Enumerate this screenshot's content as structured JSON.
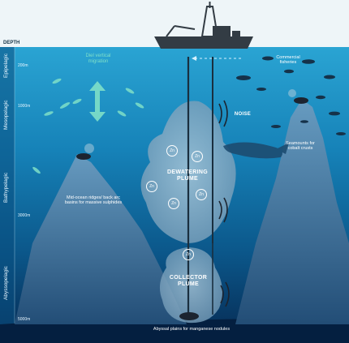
{
  "header": {
    "depth_label": "DEPTH"
  },
  "zones": [
    "Epipelagic",
    "Mesopelagic",
    "Bathypelagic",
    "Abyssopelagic"
  ],
  "depths": [
    "200m",
    "1000m",
    "3000m",
    "5000m"
  ],
  "labels": {
    "vertical_migration": "Diel vertical migration",
    "commercial_fisheries": "Commercial fisheries",
    "noise": "NOISE",
    "seamounts": "Seamounts for cobalt crusts",
    "dewatering_plume": "DEWATERING PLUME",
    "mid_ocean": "Mid-ocean ridges/ back arc basins for massive sulphides",
    "collector_plume": "COLLECTOR PLUME",
    "abyssal_plains": "Abyssal plains for manganese nodules"
  },
  "plume_symbol": "Zn",
  "colors": {
    "sky": "#eef5f8",
    "surface": "#2aa4d3",
    "deep": "#062a52",
    "mountain": "#5b8eb3",
    "plume": "#8fb2c9",
    "accent": "#7fe0c8",
    "ship": "#333c44"
  }
}
